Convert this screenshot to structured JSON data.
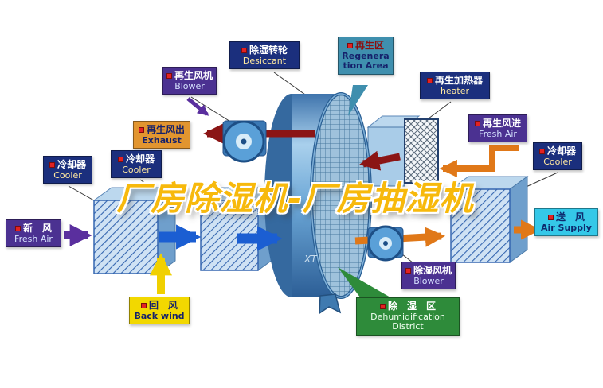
{
  "title": "厂房除湿机-厂房抽湿机",
  "watermark": "XT",
  "labels": {
    "desiccant": {
      "zh": "除湿转轮",
      "en": "Desiccant"
    },
    "regeneration_area": {
      "zh": "再生区",
      "en": "Regeneration Area"
    },
    "regen_blower": {
      "zh": "再生风机",
      "en": "Blower"
    },
    "regen_heater": {
      "zh": "再生加热器",
      "en": "heater"
    },
    "exhaust_out": {
      "zh": "再生风出",
      "en": "Exhaust"
    },
    "regen_fresh_air": {
      "zh": "再生风进",
      "en": "Fresh Air"
    },
    "cooler_left_outer": {
      "zh": "冷却器",
      "en": "Cooler"
    },
    "cooler_left_inner": {
      "zh": "冷却器",
      "en": "Cooler"
    },
    "cooler_right": {
      "zh": "冷却器",
      "en": "Cooler"
    },
    "fresh_air_in": {
      "zh": "新　风",
      "en": "Fresh Air"
    },
    "back_wind": {
      "zh": "回　风",
      "en": "Back wind"
    },
    "air_supply": {
      "zh": "送　风",
      "en": "Air Supply"
    },
    "dehumid_blower": {
      "zh": "除湿风机",
      "en": "Blower"
    },
    "dehumid_district": {
      "zh": "除　湿　区",
      "en": "Dehumidification District"
    }
  },
  "colors": {
    "navy_box": "#1b2f7d",
    "purple_box": "#4b3191",
    "orange_box": "#e2952f",
    "yellow_box": "#f2d800",
    "cyan_box": "#35c8e8",
    "green_box": "#2e8b3a",
    "teal_box": "#3f8fae",
    "title_gold": "#f7b90c",
    "arrow_red": "#8b1515",
    "arrow_orange": "#e07818",
    "arrow_blue": "#1b5ed2",
    "arrow_purple": "#5a2f9e",
    "arrow_yellow": "#f0d000",
    "arrow_green": "#2e8b3a"
  }
}
